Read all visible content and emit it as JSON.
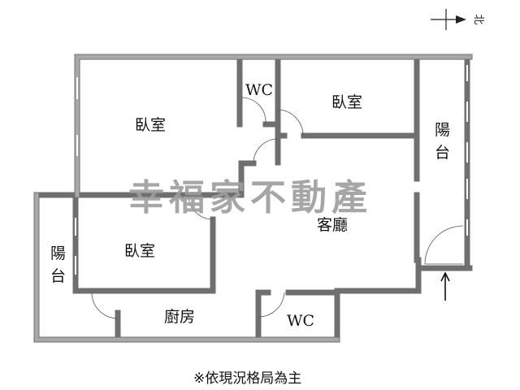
{
  "rooms": {
    "bedroom_top_left": "臥室",
    "wc_top": "WC",
    "bedroom_top_right": "臥室",
    "balcony_right": [
      "陽",
      "台"
    ],
    "living_room": "客廳",
    "bedroom_lower": "臥室",
    "balcony_left": [
      "陽",
      "台"
    ],
    "kitchen": "廚房",
    "wc_bottom": "WC"
  },
  "watermark": "幸福家不動產",
  "compass_label": "北",
  "note": "※依現況格局為主"
}
